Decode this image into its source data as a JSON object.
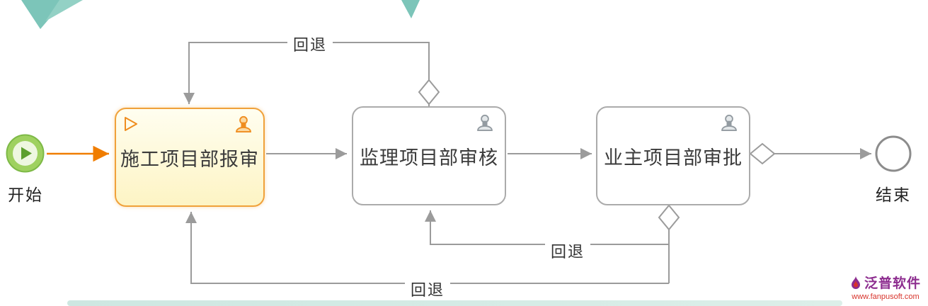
{
  "diagram": {
    "start_label": "开始",
    "end_label": "结束",
    "nodes": [
      {
        "label": "施工项目部报审",
        "state": "active"
      },
      {
        "label": "监理项目部审核",
        "state": "default"
      },
      {
        "label": "业主项目部审批",
        "state": "default"
      }
    ],
    "edge_labels": {
      "top": "回退",
      "middle": "回退",
      "bottom": "回退"
    },
    "icons": {
      "start": "play-circle-icon",
      "active_task_marker": "play-outline-icon",
      "task_owner": "person-icon"
    },
    "colors": {
      "active_border": "#f0a13a",
      "active_fill": "#fdf4c4",
      "active_arrow": "#f07d00",
      "node_border": "#ababab",
      "connector": "#9b9b9b",
      "start_green": "#9fd160",
      "deco_teal": "#7cc5b9",
      "brand_purple": "#8d2d8f",
      "brand_red": "#d8342c"
    }
  },
  "watermark": {
    "brand": "泛普软件",
    "url": "www.fanpusoft.com"
  }
}
